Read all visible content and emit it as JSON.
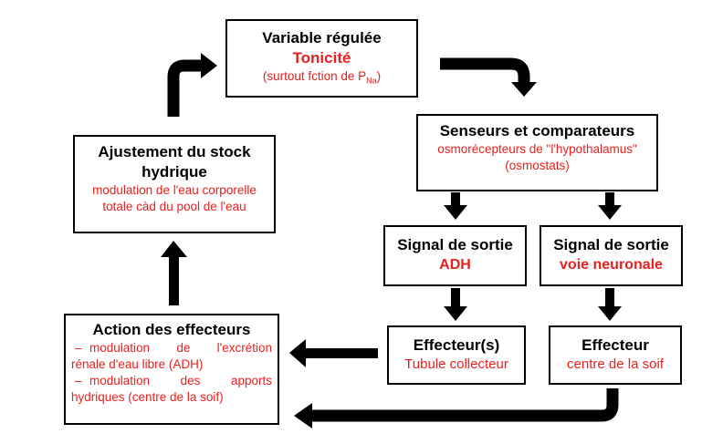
{
  "variable": {
    "title": "Variable régulée",
    "main": "Tonicité",
    "note_prefix": "(surtout fction de P",
    "note_sub": "Na",
    "note_suffix": ")"
  },
  "senseurs": {
    "title": "Senseurs et comparateurs",
    "line1": "osmorécepteurs de \"l'hypothalamus\"",
    "line2": "(osmostats)"
  },
  "signal_adh": {
    "title": "Signal de sortie",
    "value": "ADH"
  },
  "signal_neuro": {
    "title": "Signal de sortie",
    "value": "voie neuronale"
  },
  "effecteurs_tubule": {
    "title": "Effecteur(s)",
    "value": "Tubule collecteur"
  },
  "effecteur_soif": {
    "title": "Effecteur",
    "value": "centre de la soif"
  },
  "action": {
    "title": "Action des effecteurs",
    "dash": "–",
    "item1_line1": "modulation de l'excrétion",
    "item1_line2": "rénale d'eau libre (ADH)",
    "item2_line1": "modulation des apports",
    "item2_line2": "hydriques (centre de la soif)"
  },
  "ajustement": {
    "title_line1": "Ajustement du stock",
    "title_line2": "hydrique",
    "line1": "modulation de l'eau corporelle",
    "line2": "totale càd du pool de l'eau"
  }
}
